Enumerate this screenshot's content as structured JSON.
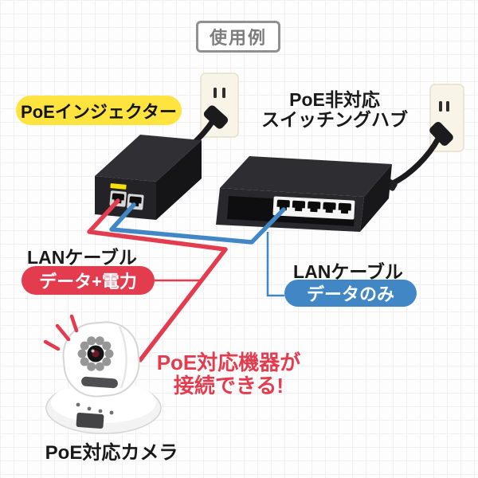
{
  "diagram": {
    "title": "使用例",
    "injector_label": "PoEインジェクター",
    "hub_label_line1": "PoE非対応",
    "hub_label_line2": "スイッチングハブ",
    "power_cable": {
      "label": "LANケーブル",
      "badge": "データ+電力"
    },
    "data_cable": {
      "label": "LANケーブル",
      "badge": "データのみ"
    },
    "callout_line1": "PoE対応機器が",
    "callout_line2": "接続できる!",
    "camera_label": "PoE対応カメラ",
    "colors": {
      "red": "#e23c4e",
      "blue": "#4186c5",
      "yellow": "#ffe33e",
      "device_black": "#232327",
      "outlet_cream": "#f8f4e8"
    }
  }
}
